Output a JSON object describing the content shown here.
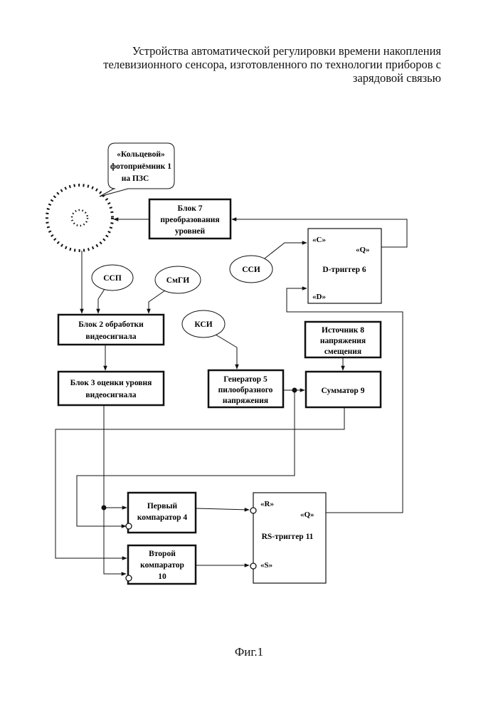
{
  "title": {
    "line1": "Устройства автоматической регулировки времени накопления",
    "line2": "телевизионного сенсора, изготовленного по технологии приборов с",
    "line3": "зарядовой связью"
  },
  "callout_ring": {
    "line1": "«Кольцевой»",
    "line2": "фотоприёмник 1",
    "line3": "на ПЗС"
  },
  "block7": {
    "line1": "Блок 7",
    "line2": "преобразования",
    "line3": "уровней"
  },
  "dtrigger": {
    "label": "D-триггер 6",
    "pin_c": "«C»",
    "pin_q": "«Q»",
    "pin_d": "«D»"
  },
  "signals": {
    "ssi": "ССИ",
    "ssp": "ССП",
    "smgi": "СмГИ",
    "ksi": "КСИ"
  },
  "block2": {
    "line1": "Блок 2  обработки",
    "line2": "видеосигнала"
  },
  "block3": {
    "line1": "Блок 3 оценки уровня",
    "line2": "видеосигнала"
  },
  "source8": {
    "line1": "Источник 8",
    "line2": "напряжения",
    "line3": "смещения"
  },
  "gen5": {
    "line1": "Генератор 5",
    "line2": "пилообразного",
    "line3": "напряжения"
  },
  "sum9": {
    "label": "Сумматор 9"
  },
  "comp4": {
    "line1": "Первый",
    "line2": "компаратор 4"
  },
  "comp10": {
    "line1": "Второй",
    "line2": "компаратор",
    "line3": "10"
  },
  "rstrigger": {
    "label": "RS-триггер 11",
    "pin_r": "«R»",
    "pin_q": "«Q»",
    "pin_s": "«S»"
  },
  "caption": "Фиг.1"
}
